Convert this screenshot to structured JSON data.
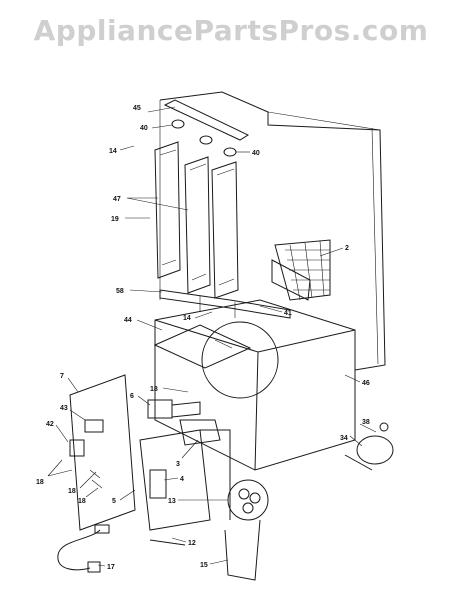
{
  "watermark": "AppliancePartsPros.com",
  "callouts": [
    "45",
    "40",
    "40",
    "14",
    "47",
    "19",
    "2",
    "58",
    "44",
    "14",
    "41",
    "18",
    "6",
    "46",
    "7",
    "43",
    "42",
    "38",
    "34",
    "3",
    "18",
    "18",
    "18",
    "4",
    "5",
    "13",
    "12",
    "17",
    "15"
  ]
}
